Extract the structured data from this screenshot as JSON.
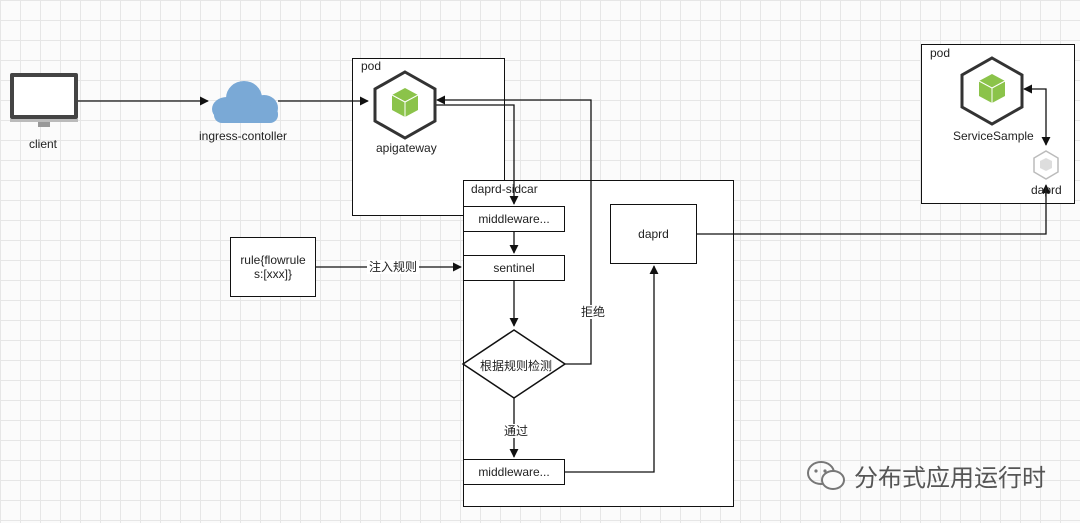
{
  "nodes": {
    "client": "client",
    "ingress": "ingress-contoller",
    "pod_left_title": "pod",
    "apigateway": "apigateway",
    "pod_right_title": "pod",
    "service_sample": "ServiceSample",
    "daprd_small": "daprd",
    "sidecar_title": "daprd-sidcar",
    "middleware_top": "middleware...",
    "sentinel": "sentinel",
    "decision": "根据规则检测",
    "middleware_bottom": "middleware...",
    "daprd_box": "daprd",
    "rule": "rule{flowrules:[xxx]}"
  },
  "edges": {
    "inject_rule": "注入规则",
    "reject": "拒绝",
    "pass": "通过"
  },
  "watermark": "分布式应用运行时",
  "colors": {
    "cloud": "#7aa9d6",
    "cube_green": "#8bc34a",
    "cube_dark": "#333333"
  }
}
